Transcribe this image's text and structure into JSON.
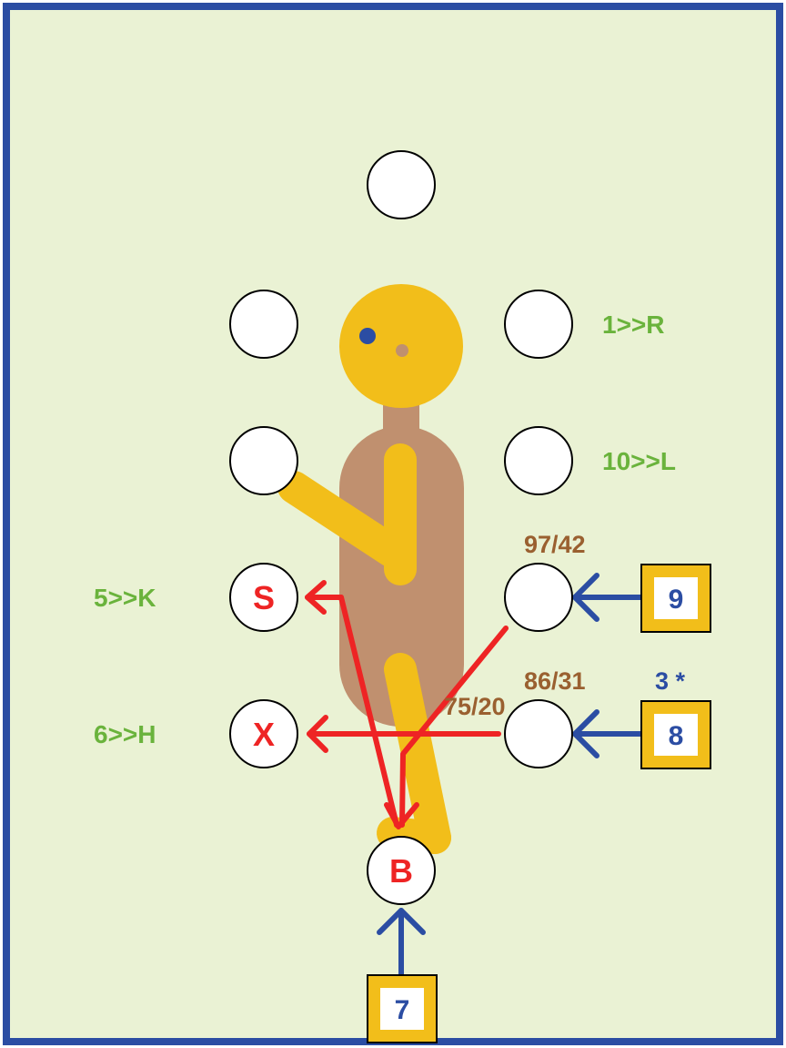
{
  "colors": {
    "background": "#EAF2D4",
    "frame": "#2B4DA3",
    "figure_yellow": "#F2BE1A",
    "figure_brown": "#C0906F",
    "eye_blue": "#2B4DA3",
    "nose_brown": "#C0906F",
    "arrow_red": "#EE2424",
    "arrow_blue": "#2B4DA3",
    "label_green": "#6AB33C",
    "label_brown": "#9A6030",
    "circle_letter_red": "#EE2424",
    "box_fill": "#F2BE1A",
    "box_number_blue": "#2B4DA3"
  },
  "circles": [
    {
      "id": "top",
      "letter": ""
    },
    {
      "id": "upper-left",
      "letter": ""
    },
    {
      "id": "upper-right",
      "letter": ""
    },
    {
      "id": "mid-left",
      "letter": ""
    },
    {
      "id": "mid-right",
      "letter": ""
    },
    {
      "id": "s-circle",
      "letter": "S"
    },
    {
      "id": "right-3",
      "letter": ""
    },
    {
      "id": "x-circle",
      "letter": "X"
    },
    {
      "id": "right-4",
      "letter": ""
    },
    {
      "id": "b-circle",
      "letter": "B"
    }
  ],
  "green_labels": [
    "1>>R",
    "10>>L",
    "5>>K",
    "6>>H"
  ],
  "brown_labels": [
    "97/42",
    "86/31",
    "75/20"
  ],
  "blue_note": "3 *",
  "boxes": [
    "9",
    "8",
    "7"
  ]
}
